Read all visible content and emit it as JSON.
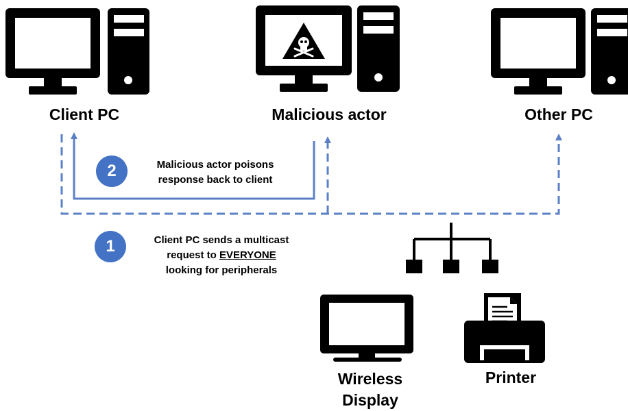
{
  "colors": {
    "arrow": "#5b80c6",
    "badge": "#4472c4",
    "icon": "#000000",
    "background": "#ffffff"
  },
  "nodes": {
    "client_pc": {
      "label": "Client PC",
      "icon": "desktop-pc-icon"
    },
    "malicious_actor": {
      "label": "Malicious actor",
      "icon": "desktop-pc-skull-icon"
    },
    "other_pc": {
      "label": "Other PC",
      "icon": "desktop-pc-icon"
    },
    "network": {
      "icon": "network-hierarchy-icon"
    },
    "wireless_display": {
      "label_line1": "Wireless",
      "label_line2": "Display",
      "icon": "monitor-icon"
    },
    "printer": {
      "label": "Printer",
      "icon": "printer-icon"
    }
  },
  "steps": [
    {
      "number": "1",
      "line1": "Client PC sends a multicast",
      "line2_prefix": "request to ",
      "line2_emphasis": "EVERYONE",
      "line3": "looking for peripherals"
    },
    {
      "number": "2",
      "line1": "Malicious actor poisons",
      "line2": "response back to client"
    }
  ]
}
